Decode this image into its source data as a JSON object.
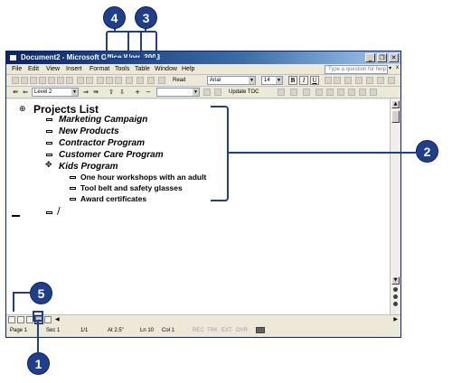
{
  "window": {
    "title": "Document2 - Microsoft Office Word 2003",
    "min_glyph": "_",
    "max_glyph": "❐",
    "close_glyph": "✕"
  },
  "menu": {
    "items": [
      "File",
      "Edit",
      "View",
      "Insert",
      "Format",
      "Tools",
      "Table",
      "Window",
      "Help"
    ],
    "help_placeholder": "Type a question for help",
    "help_arrow": "▾",
    "close_doc": "x"
  },
  "standard_toolbar": {
    "read_label": "Read",
    "font_name": "Arial",
    "font_size": "14",
    "bold": "B",
    "italic": "I",
    "underline": "U"
  },
  "outlining_toolbar": {
    "promote_glyphs": [
      "⇚",
      "⇐"
    ],
    "level": "Level 2",
    "demote_glyphs": [
      "⇒",
      "⇛"
    ],
    "move_glyphs": [
      "⇧",
      "⇩"
    ],
    "expand_glyphs": [
      "+",
      "−"
    ],
    "update_toc": "Update TOC"
  },
  "document": {
    "heading": "Projects List",
    "subheadings": [
      "Marketing Campaign",
      "New Products",
      "Contractor Program",
      "Customer Care Program",
      "Kids Program"
    ],
    "body_items": [
      "One hour workshops with an adult",
      "Tool belt and safety glasses",
      "Award certificates"
    ],
    "cursor": "/"
  },
  "status_bar": {
    "page": "Page 1",
    "sec": "Sec 1",
    "pages": "1/1",
    "at": "At 2.5\"",
    "ln": "Ln 10",
    "col": "Col 1",
    "rec": "REC",
    "trk": "TRK",
    "ext": "EXT",
    "ovr": "OVR"
  },
  "callouts": {
    "c1": "1",
    "c2": "2",
    "c3": "3",
    "c4": "4",
    "c5": "5"
  },
  "colors": {
    "callout": "#1f3f8c",
    "titlebar": "#0a246a"
  }
}
